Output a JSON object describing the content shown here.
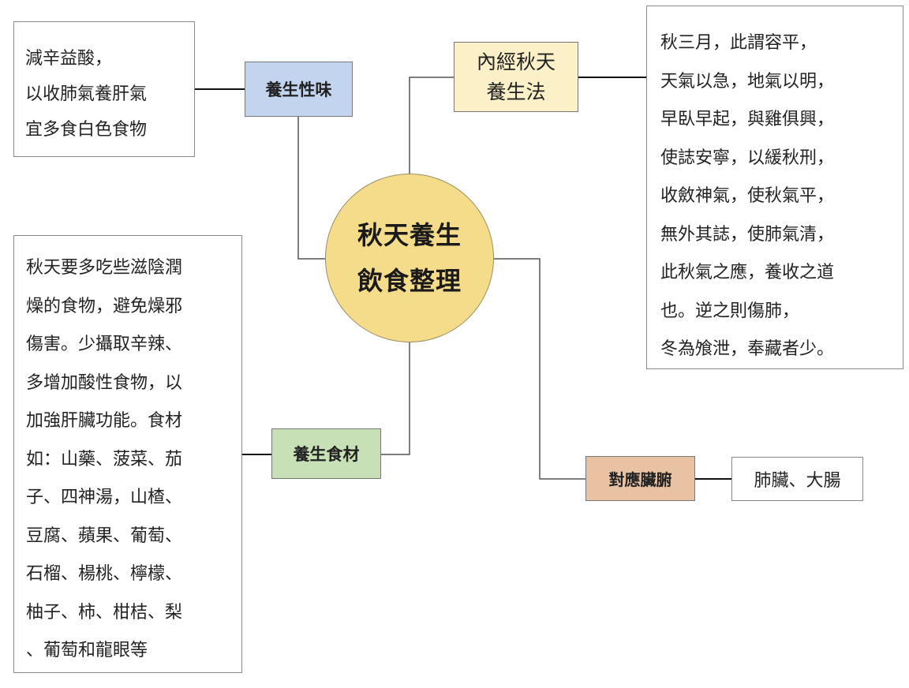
{
  "center": {
    "lines": [
      "秋天養生",
      "飲食整理"
    ],
    "color": "#f5dc8a"
  },
  "branches": {
    "xingwei": {
      "label": "養生性味",
      "color": "#c3d5ee",
      "detail": [
        "減辛益酸，",
        "以收肺氣養肝氣",
        "宜多食白色食物"
      ]
    },
    "neijing": {
      "label_lines": [
        "內經秋天",
        "養生法"
      ],
      "color": "#fbf0c8",
      "detail": [
        "秋三月，此謂容平，",
        "天氣以急，地氣以明，",
        "早臥早起，與雞俱興，",
        "使誌安寧，以緩秋刑，",
        "收斂神氣，使秋氣平，",
        "無外其誌，使肺氣清，",
        "此秋氣之應，養收之道",
        "也。逆之則傷肺，",
        "冬為飧泄，奉藏者少。"
      ]
    },
    "shicai": {
      "label": "養生食材",
      "color": "#c8e0b6",
      "detail": [
        "秋天要多吃些滋陰潤",
        "燥的食物，避免燥邪",
        "傷害。少攝取辛辣、",
        "多增加酸性食物，以",
        "加強肝臟功能。食材",
        "如：山藥、菠菜、茄",
        "子、四神湯，山楂、",
        "豆腐、蘋果、葡萄、",
        "石榴、楊桃、檸檬、",
        "柚子、柿、柑桔、梨",
        "、葡萄和龍眼等"
      ]
    },
    "zangfu": {
      "label": "對應臟腑",
      "color": "#e9c2a3",
      "detail": "肺臟、大腸"
    }
  }
}
